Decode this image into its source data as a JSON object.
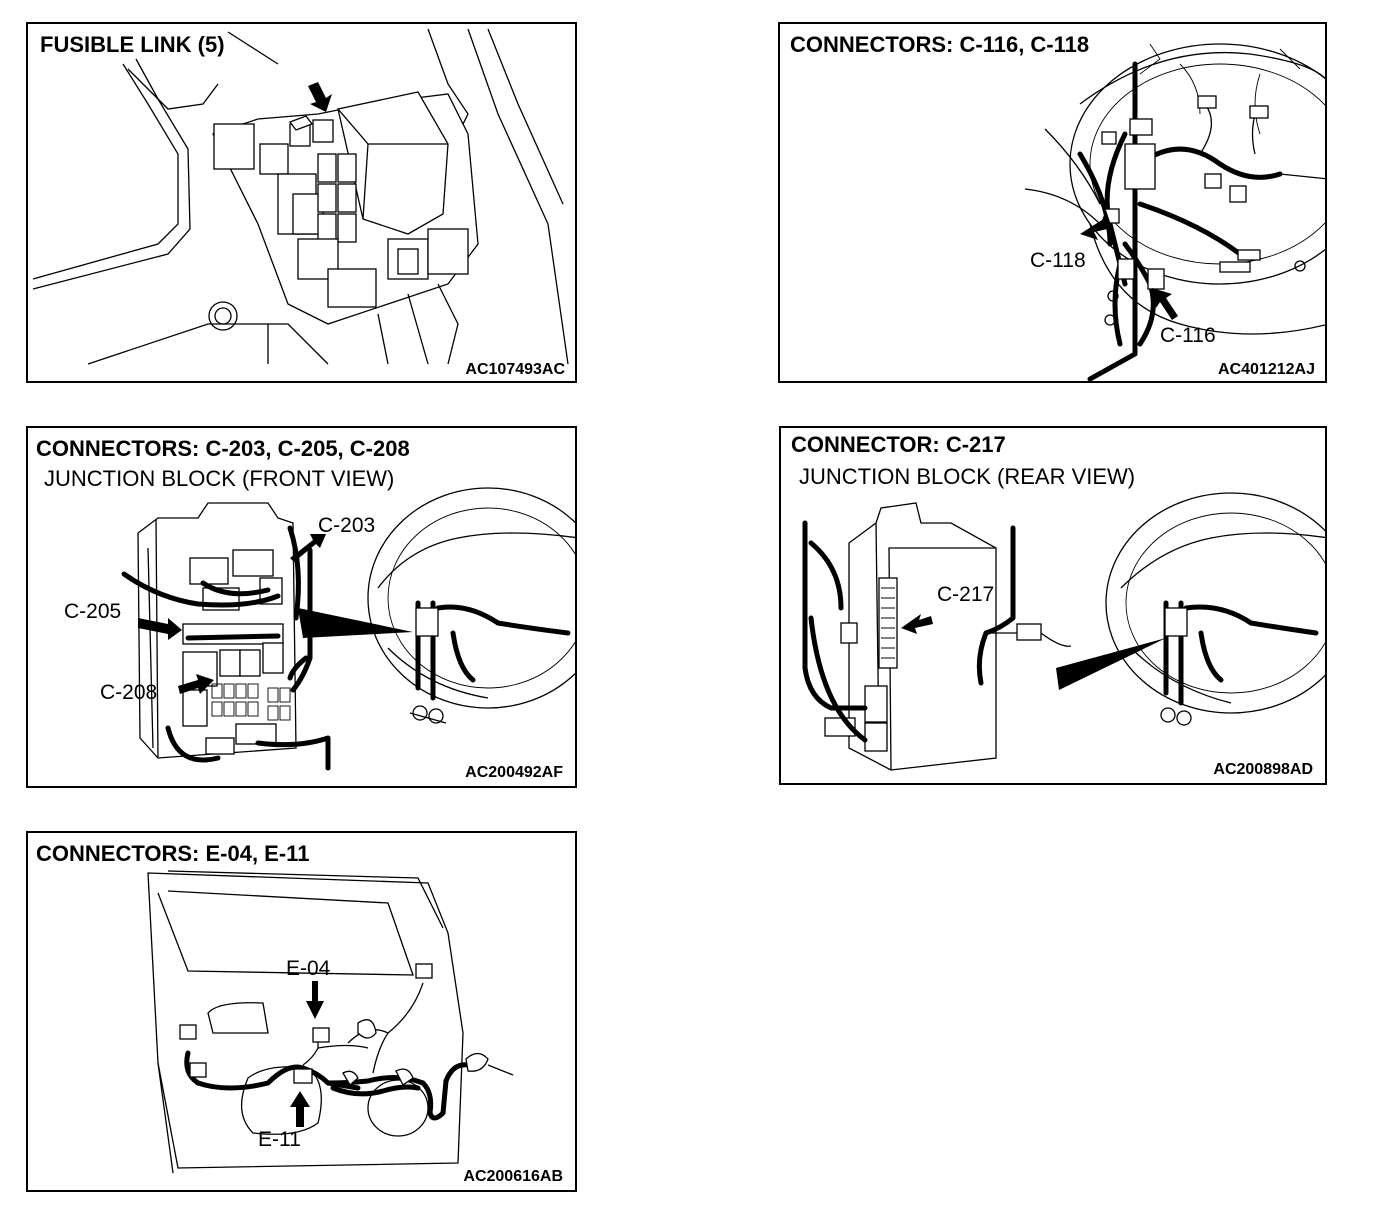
{
  "panels": {
    "p1": {
      "title": "FUSIBLE LINK (5)",
      "code": "AC107493AC"
    },
    "p2": {
      "title": "CONNECTORS: C-116, C-118",
      "code": "AC401212AJ",
      "labels": {
        "c118": "C-118",
        "c116": "C-116"
      }
    },
    "p3": {
      "title": "CONNECTORS: C-203, C-205, C-208",
      "subtitle": "JUNCTION BLOCK (FRONT VIEW)",
      "code": "AC200492AF",
      "labels": {
        "c203": "C-203",
        "c205": "C-205",
        "c208": "C-208"
      }
    },
    "p4": {
      "title": "CONNECTOR: C-217",
      "subtitle": "JUNCTION BLOCK (REAR VIEW)",
      "code": "AC200898AD",
      "labels": {
        "c217": "C-217"
      }
    },
    "p5": {
      "title": "CONNECTORS: E-04, E-11",
      "code": "AC200616AB",
      "labels": {
        "e04": "E-04",
        "e11": "E-11"
      }
    }
  }
}
